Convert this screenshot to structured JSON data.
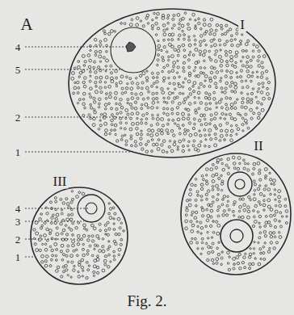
{
  "diagram": {
    "caption": "Fig. 2.",
    "labels": [
      "A",
      "I",
      "4",
      "5",
      "2",
      "1",
      "II",
      "III",
      "4",
      "3",
      "2",
      "1"
    ]
  }
}
